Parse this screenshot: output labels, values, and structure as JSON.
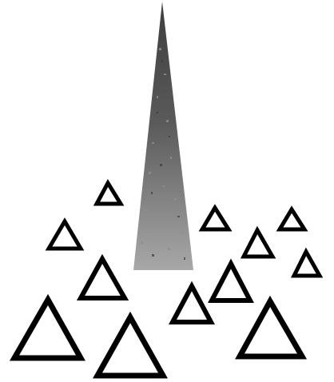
{
  "figure": {
    "colors": {
      "background": "#ffffff",
      "outline": "#000000",
      "spike_top": "#4a4a4a",
      "spike_bottom": "#a0a0a0"
    },
    "elements": [
      {
        "name": "tall-shaded-triangle",
        "shape": "triangle",
        "style": "gradient-filled"
      },
      {
        "name": "small-outlined-triangle",
        "shape": "triangle",
        "style": "outline",
        "count": 9
      },
      {
        "name": "large-outlined-triangle",
        "shape": "triangle",
        "style": "outline",
        "count": 3
      }
    ]
  }
}
